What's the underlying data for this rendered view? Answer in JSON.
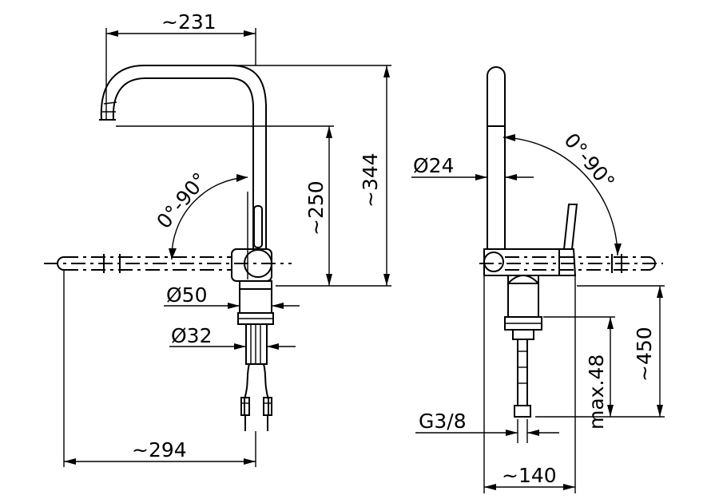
{
  "dimensions": {
    "spout_reach": "~231",
    "total_height": "~344",
    "spout_height": "~250",
    "rotation_left": "0°-90°",
    "rotation_right": "0°-90°",
    "body_diameter": "Ø50",
    "shank_diameter": "Ø32",
    "hose_length_left": "~294",
    "spout_diameter": "Ø24",
    "thread": "G3/8",
    "max_thickness": "max.48",
    "hose_length_right": "~450",
    "depth": "~140"
  },
  "colors": {
    "line": "#000000",
    "background": "#ffffff"
  }
}
